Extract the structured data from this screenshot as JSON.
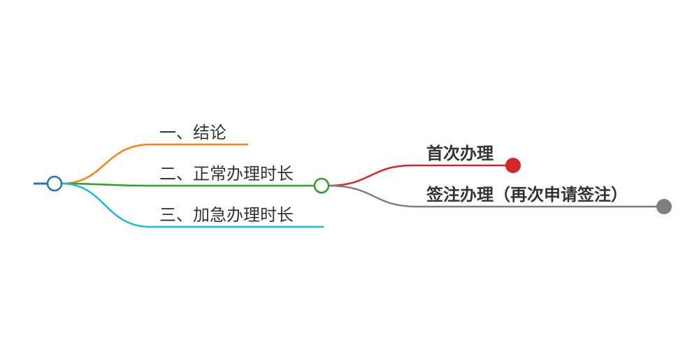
{
  "mindmap": {
    "branches": [
      {
        "label": "一、结论",
        "color": "#ff7f0e"
      },
      {
        "label": "二、正常办理时长",
        "color": "#2ca02c",
        "children": [
          {
            "label": "首次办理",
            "color": "#d62728"
          },
          {
            "label": "签注办理（再次申请签注）",
            "color": "#7f7f7f"
          }
        ]
      },
      {
        "label": "三、加急办理时长",
        "color": "#17becf"
      }
    ],
    "root_color": "#1f77b4"
  }
}
